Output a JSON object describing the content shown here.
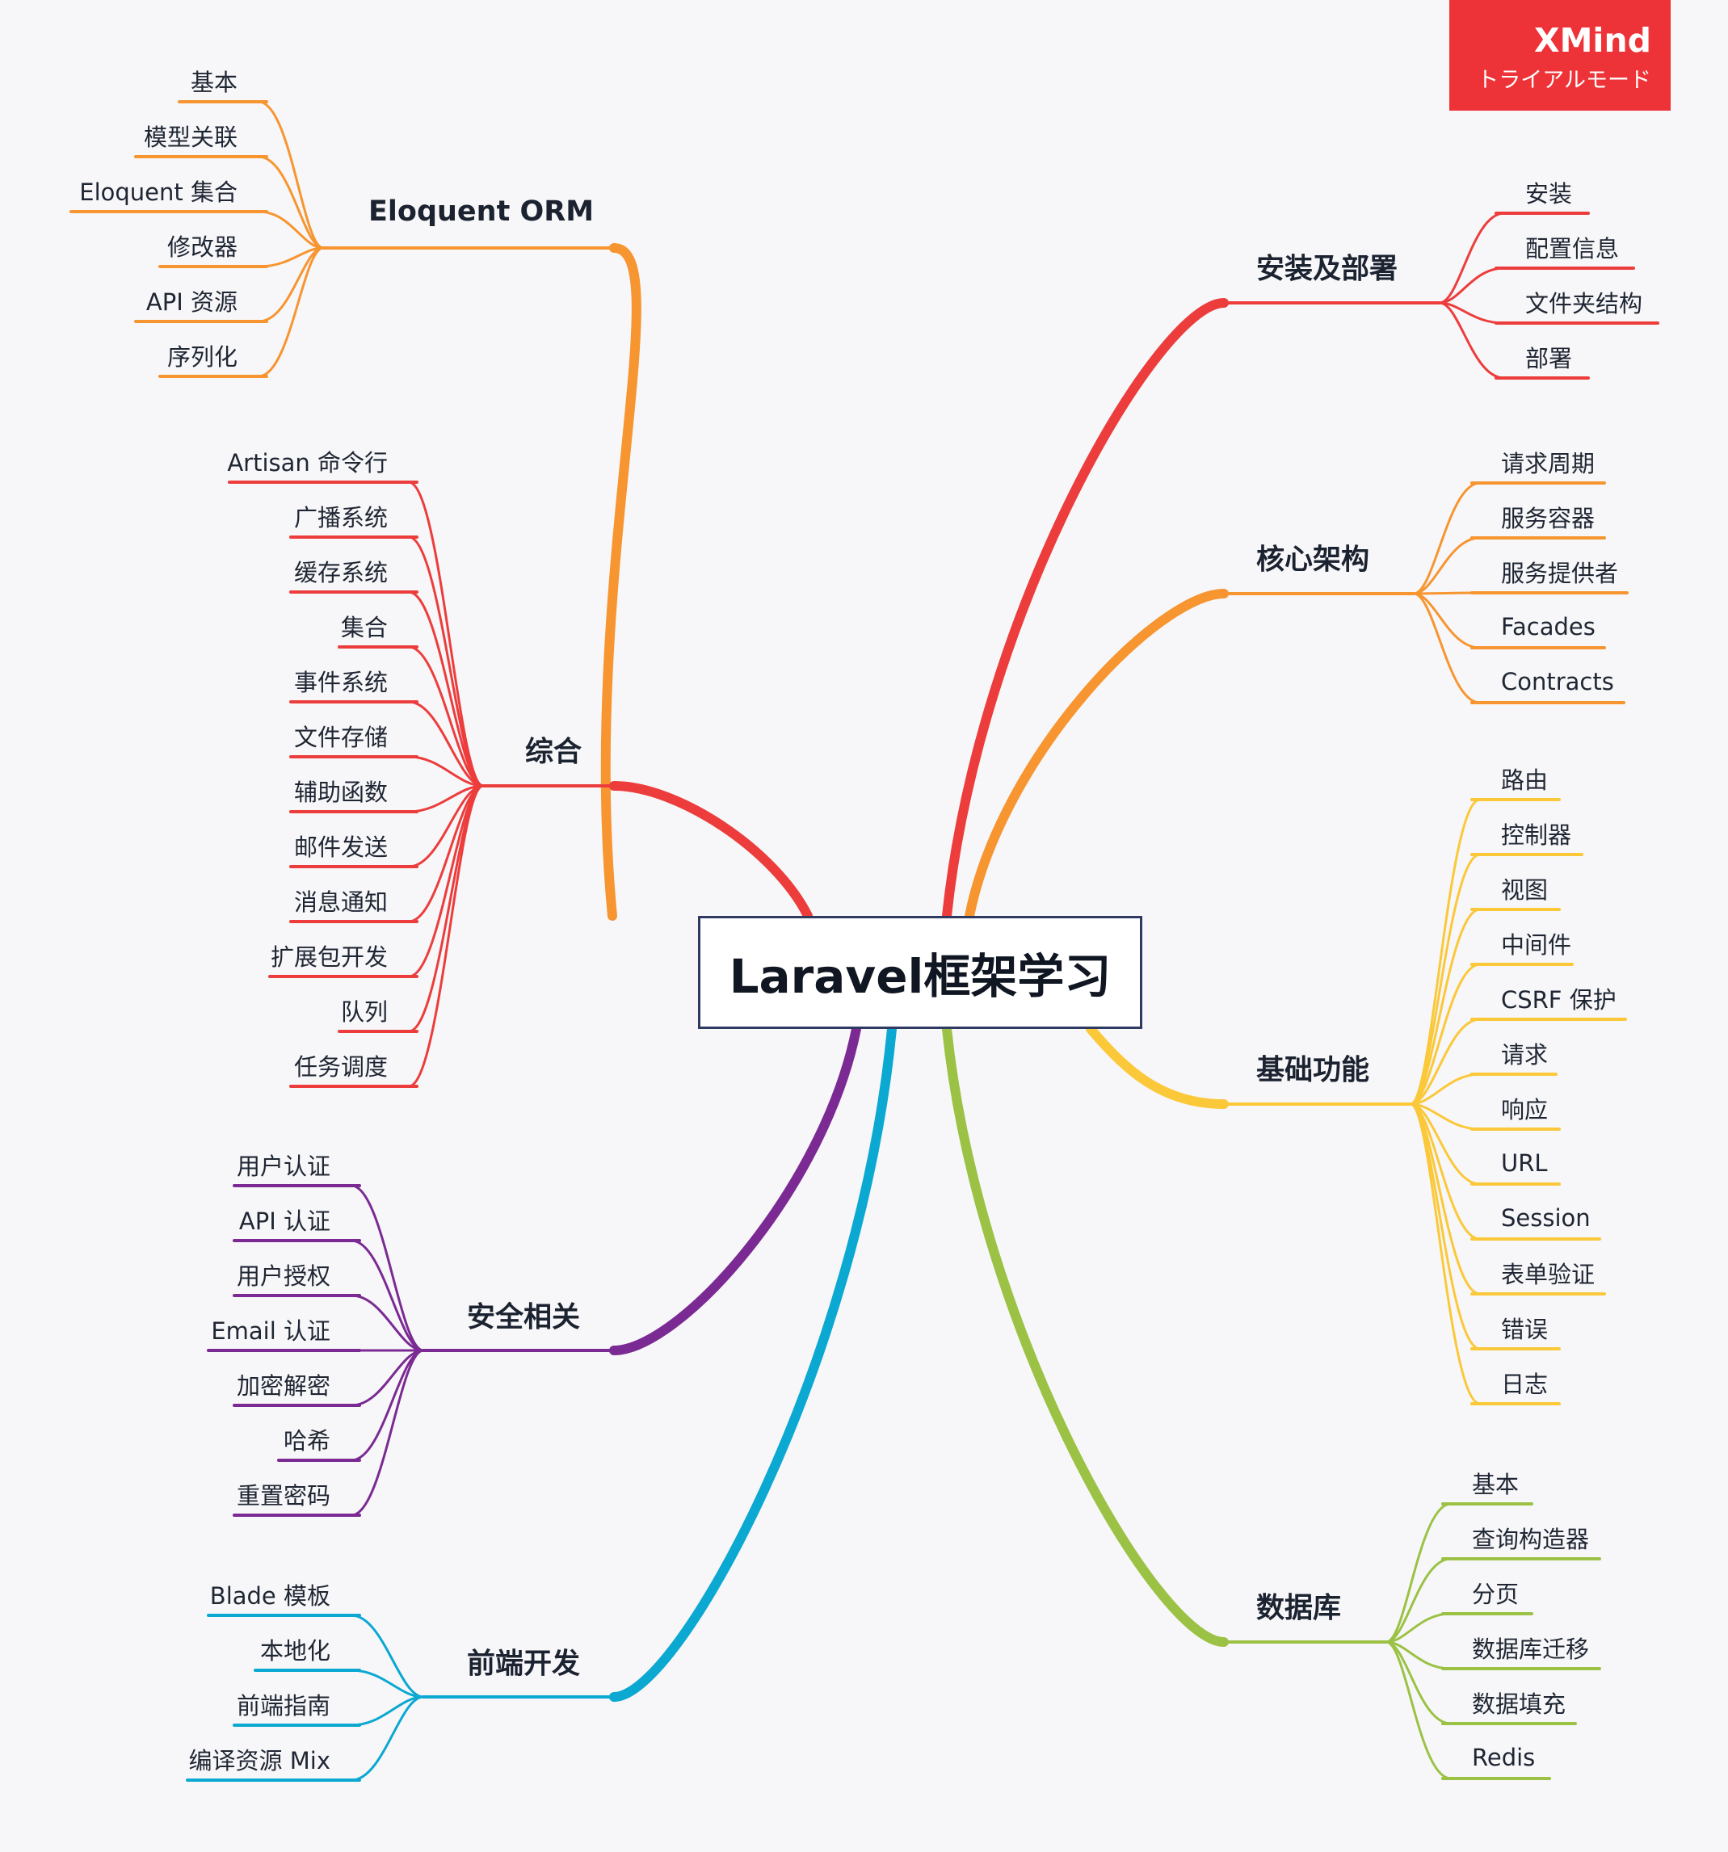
{
  "watermark": {
    "brand": "XMind",
    "mode": "トライアルモード",
    "color": "#ee3338"
  },
  "center": {
    "title": "Laravel框架学习"
  },
  "branches": [
    {
      "id": "eloquent",
      "title": "Eloquent ORM",
      "color": "#f79530",
      "items": [
        "基本",
        "模型关联",
        "Eloquent 集合",
        "修改器",
        "API 资源",
        "序列化"
      ]
    },
    {
      "id": "general",
      "title": "综合",
      "color": "#ec3d3c",
      "items": [
        "Artisan 命令行",
        "广播系统",
        "缓存系统",
        "集合",
        "事件系统",
        "文件存储",
        "辅助函数",
        "邮件发送",
        "消息通知",
        "扩展包开发",
        "队列",
        "任务调度"
      ]
    },
    {
      "id": "security",
      "title": "安全相关",
      "color": "#7b2a93",
      "items": [
        "用户认证",
        "API 认证",
        "用户授权",
        "Email 认证",
        "加密解密",
        "哈希",
        "重置密码"
      ]
    },
    {
      "id": "frontend",
      "title": "前端开发",
      "color": "#0ba8d2",
      "items": [
        "Blade 模板",
        "本地化",
        "前端指南",
        "编译资源 Mix"
      ]
    },
    {
      "id": "install",
      "title": "安装及部署",
      "color": "#ec3d3c",
      "items": [
        "安装",
        "配置信息",
        "文件夹结构",
        "部署"
      ]
    },
    {
      "id": "core",
      "title": "核心架构",
      "color": "#f79530",
      "items": [
        "请求周期",
        "服务容器",
        "服务提供者",
        "Facades",
        "Contracts"
      ]
    },
    {
      "id": "basics",
      "title": "基础功能",
      "color": "#fbc83a",
      "items": [
        "路由",
        "控制器",
        "视图",
        "中间件",
        "CSRF 保护",
        "请求",
        "响应",
        "URL",
        "Session",
        "表单验证",
        "错误",
        "日志"
      ]
    },
    {
      "id": "database",
      "title": "数据库",
      "color": "#9bc244",
      "items": [
        "基本",
        "查询构造器",
        "分页",
        "数据库迁移",
        "数据填充",
        "Redis"
      ]
    }
  ]
}
